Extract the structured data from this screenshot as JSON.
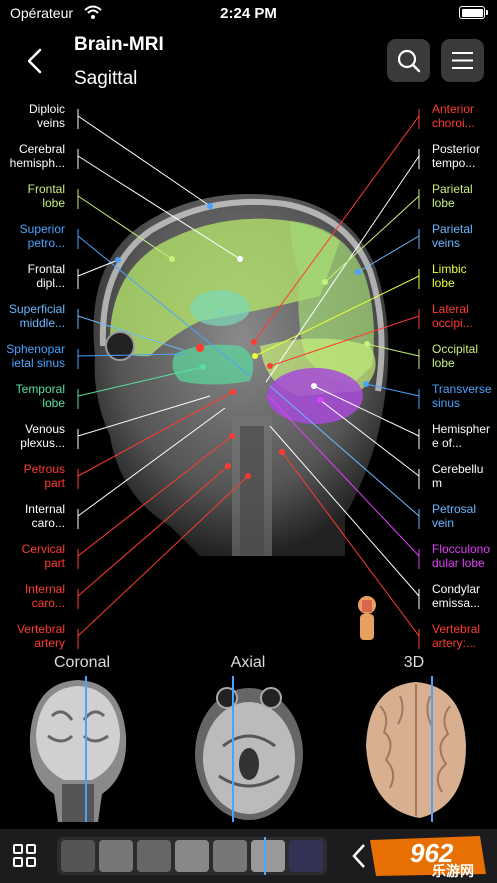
{
  "status": {
    "carrier": "Opérateur",
    "time": "2:24 PM"
  },
  "header": {
    "title": "Brain-MRI",
    "subtitle": "Sagittal"
  },
  "colors": {
    "accent": "#4aa3ff",
    "bar": "#1c1c1e",
    "button": "#3a3a3c"
  },
  "labels_left": [
    {
      "text": "Diploic\nveins",
      "color": "#ffffff"
    },
    {
      "text": "Cerebral\nhemisph...",
      "color": "#ffffff"
    },
    {
      "text": "Frontal\nlobe",
      "color": "#c8f07a"
    },
    {
      "text": "Superior\npetro...",
      "color": "#4aa3ff"
    },
    {
      "text": "Frontal\ndipl...",
      "color": "#ffffff"
    },
    {
      "text": "Superficial\nmiddle...",
      "color": "#6ab8ff"
    },
    {
      "text": "Sphenopar\nietal sinus",
      "color": "#4aa3ff"
    },
    {
      "text": "Temporal\nlobe",
      "color": "#59e0a0"
    },
    {
      "text": "Venous\nplexus...",
      "color": "#ffffff"
    },
    {
      "text": "Petrous\npart",
      "color": "#ff3b30"
    },
    {
      "text": "Internal\ncaro...",
      "color": "#ffffff"
    },
    {
      "text": "Cervical\npart",
      "color": "#ff3b30"
    },
    {
      "text": "Internal\ncaro...",
      "color": "#ff3b30"
    },
    {
      "text": "Vertebral\nartery",
      "color": "#ff3b30"
    }
  ],
  "labels_right": [
    {
      "text": "Anterior\nchoroi...",
      "color": "#ff3b30"
    },
    {
      "text": "Posterior\ntempo...",
      "color": "#ffffff"
    },
    {
      "text": "Parietal\nlobe",
      "color": "#c8f07a"
    },
    {
      "text": "Parietal\nveins",
      "color": "#6ab8ff"
    },
    {
      "text": "Limbic\nlobe",
      "color": "#e8ff3a"
    },
    {
      "text": "Lateral\noccipi...",
      "color": "#ff3b30"
    },
    {
      "text": "Occipital\nlobe",
      "color": "#c8f07a"
    },
    {
      "text": "Transverse\nsinus",
      "color": "#4aa3ff"
    },
    {
      "text": "Hemispher\ne of...",
      "color": "#ffffff"
    },
    {
      "text": "Cerebellu\nm",
      "color": "#ffffff"
    },
    {
      "text": "Petrosal\nvein",
      "color": "#6ab8ff"
    },
    {
      "text": "Flocculono\ndular lobe",
      "color": "#e040fb"
    },
    {
      "text": "Condylar\nemissa...",
      "color": "#ffffff"
    },
    {
      "text": "Vertebral\nartery:...",
      "color": "#ff3b30"
    }
  ],
  "mini_views": [
    {
      "label": "Coronal"
    },
    {
      "label": "Axial"
    },
    {
      "label": "3D"
    }
  ],
  "watermark": {
    "text": "962",
    "sub": "乐游网"
  }
}
